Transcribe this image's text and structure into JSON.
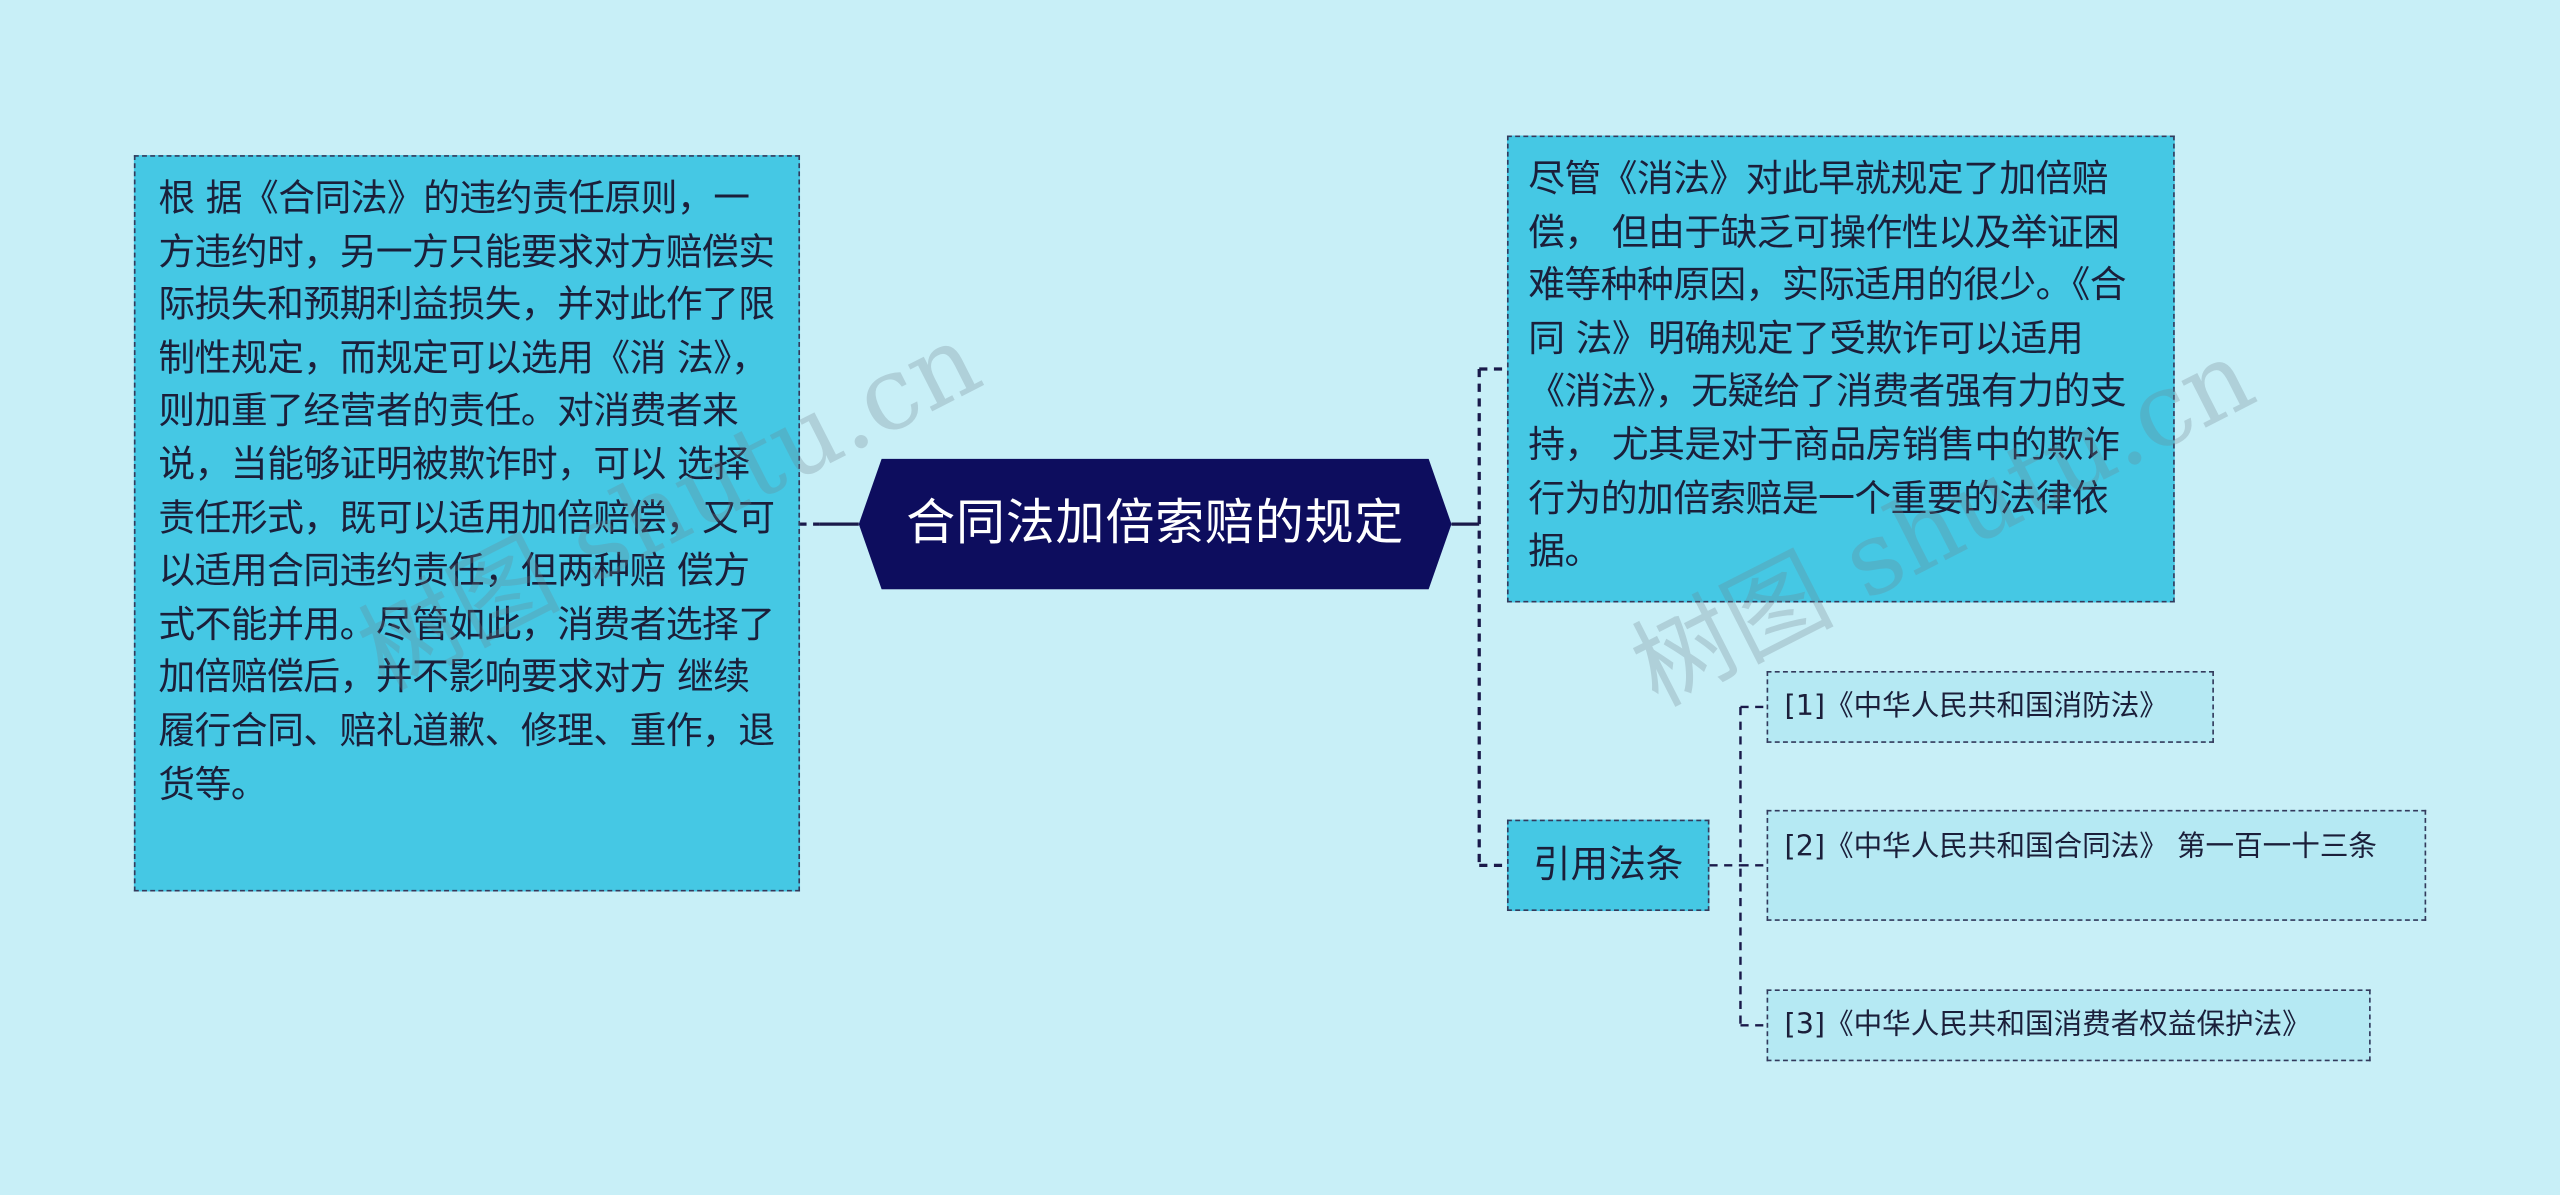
{
  "central": {
    "title": "合同法加倍索赔的规定"
  },
  "left_node": {
    "text": "根 据《合同法》的违约责任原则，一方违约时，另一方只能要求对方赔偿实 际损失和预期利益损失，并对此作了限制性规定，而规定可以选用《消 法》，则加重了经营者的责任。对消费者来说，当能够证明被欺诈时，可以 选择责任形式，既可以适用加倍赔偿，又可以适用合同违约责任，但两种赔 偿方式不能并用。尽管如此，消费者选择了加倍赔偿后，并不影响要求对方 继续履行合同、赔礼道歉、修理、重作，退货等。"
  },
  "right_node": {
    "text": "尽管《消法》对此早就规定了加倍赔偿， 但由于缺乏可操作性以及举证困难等种种原因，实际适用的很少。《合同 法》明确规定了受欺诈可以适用《消法》，无疑给了消费者强有力的支持， 尤其是对于商品房销售中的欺诈行为的加倍索赔是一个重要的法律依据。"
  },
  "citation": {
    "label": "引用法条",
    "refs": [
      "[1]《中华人民共和国消防法》",
      "[2]《中华人民共和国合同法》 第一百一十三条",
      "[3]《中华人民共和国消费者权益保护法》"
    ]
  },
  "watermarks": [
    "树图 shutu.cn",
    "树图 shutu.cn"
  ],
  "colors": {
    "background": "#c8eff7",
    "node_fill": "#45c8e4",
    "ref_fill": "#b5e9f3",
    "center_fill": "#0d0d5e",
    "line": "#1a1a4a"
  }
}
